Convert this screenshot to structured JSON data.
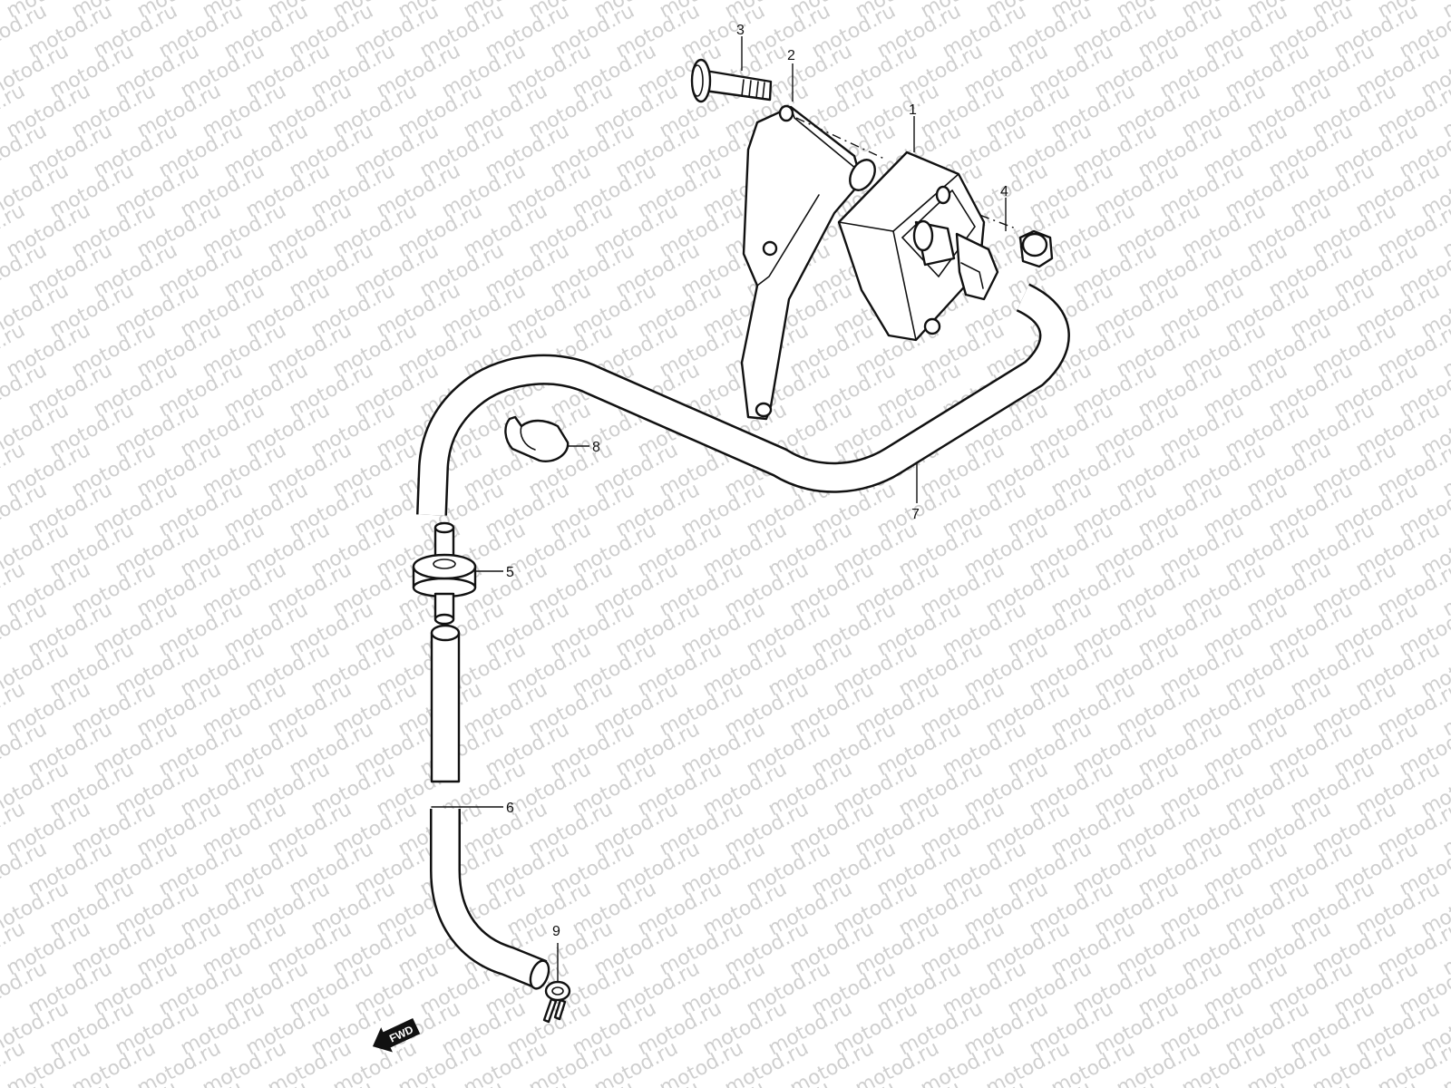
{
  "watermark": {
    "text": "motod.ru"
  },
  "callouts": {
    "p1": "1",
    "p2": "2",
    "p3": "3",
    "p4": "4",
    "p5": "5",
    "p6": "6",
    "p7": "7",
    "p8": "8",
    "p9": "9"
  },
  "fwd_label": "FWD"
}
